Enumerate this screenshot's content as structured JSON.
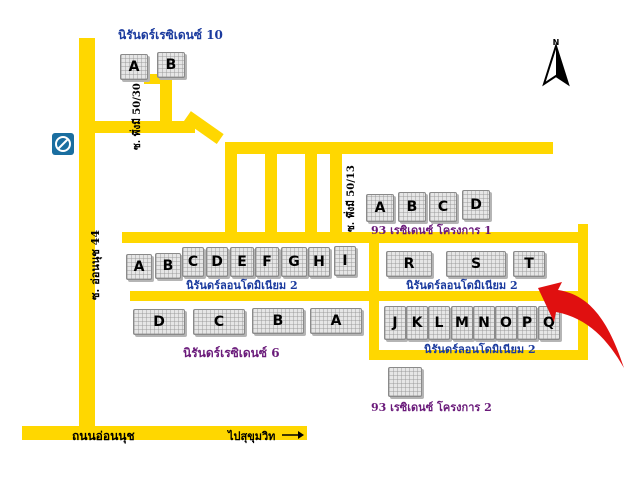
{
  "title_top": "นิรันดร์เรซิเดนซ์ 10",
  "buildings": {
    "top_left": [
      "A",
      "B"
    ],
    "group_93_1": [
      "A",
      "B",
      "C",
      "D"
    ],
    "row_upper": [
      "A",
      "B",
      "C",
      "D",
      "E",
      "F",
      "G",
      "H",
      "I"
    ],
    "row_right_upper": [
      "R",
      "S",
      "T"
    ],
    "row_lower_left": [
      "D",
      "C",
      "B",
      "A"
    ],
    "row_right_lower": [
      "J",
      "K",
      "L",
      "M",
      "N",
      "O",
      "P",
      "Q"
    ]
  },
  "labels": {
    "project_93_1": "93 เรซิเดนซ์ โครงการ 1",
    "niran_lomo_2_left": "นิรันดร์ลอนโดมิเนียม 2",
    "niran_lomo_2_right_upper": "นิรันดร์ลอนโดมิเนียม 2",
    "niran_lomo_2_right_lower": "นิรันดร์ลอนโดมิเนียม 2",
    "niran_residence_6": "นิรันดร์เรซิเดนซ์ 6",
    "project_93_2": "93 เรซิเดนซ์ โครงการ 2",
    "soi_on_nut_44": "ซ. อ่อนนุช 44",
    "soi_phuengmee_50_30": "ซ. พึ่งมี 50/30",
    "soi_phuengmee_50_13": "ซ. พึ่งมี 50/13",
    "on_nut_road": "ถนนอ่อนนุช",
    "to_sukhumvit": "ไปสุขุมวิท"
  },
  "icons": {
    "compass": "north-arrow-icon",
    "bank": "bank-logo-icon",
    "arrow": "red-entrance-arrow-icon"
  },
  "colors": {
    "road": "#FFD700",
    "label_blue": "#1a3a9e",
    "label_purple": "#6a1a7a",
    "arrow": "#e01010",
    "bank": "#1a6ea0"
  }
}
